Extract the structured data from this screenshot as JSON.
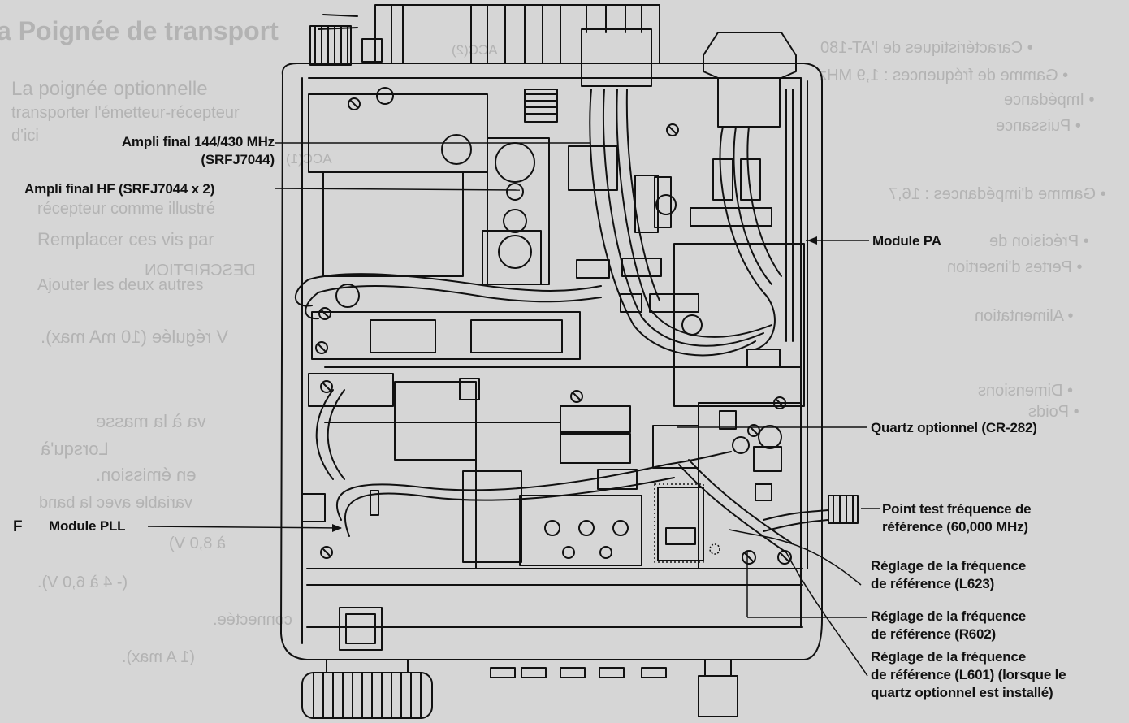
{
  "background_text": {
    "heading": "a Poignée de transport",
    "lines": [
      "La poignée optionnelle",
      "transporter l'émetteur-récepteur",
      "d'ici",
      "récepteur comme illustré",
      "Remplacer ces vis par",
      "Ajouter les deux autres",
      "DESCRIPTION",
      "V régulée (10 mA max).",
      "va à la masse",
      "Lorsqu'à",
      "en émission.",
      "variable avec la band",
      "à 8,0 V)",
      "(- 4 à 6,0 V).",
      "connectée.",
      "(1 A max).",
      "ACC(2)",
      "ACC(1)",
      "• Caractéristiques de l'AT-180",
      "• Gamme de fréquences : 1,9 MHz",
      "• Impédance",
      "• Puissance",
      "• Gamme d'impédances : 16,7",
      "• Précision de",
      "• Pertes d'insertion",
      "• Alimentation",
      "• Dimensions",
      "• Poids"
    ]
  },
  "callouts": {
    "ampli_vhf_line1": "Ampli final 144/430 MHz",
    "ampli_vhf_line2": "(SRFJ7044)",
    "ampli_hf": "Ampli final HF (SRFJ7044 x 2)",
    "module_pa": "Module PA",
    "quartz": "Quartz optionnel (CR-282)",
    "letter_f": "F",
    "module_pll": "Module PLL",
    "point_test_line1": "Point test fréquence de",
    "point_test_line2": "référence (60,000 MHz)",
    "l623_line1": "Réglage de la fréquence",
    "l623_line2": "de référence (L623)",
    "r602_line1": "Réglage de la fréquence",
    "r602_line2": "de référence (R602)",
    "l601_line1": "Réglage de la fréquence",
    "l601_line2": "de référence (L601) (lorsque le",
    "l601_line3": "quartz optionnel est installé)"
  },
  "colors": {
    "paper": "#d6d6d6",
    "ink": "#111111",
    "ghost": "#b3b3b3"
  }
}
